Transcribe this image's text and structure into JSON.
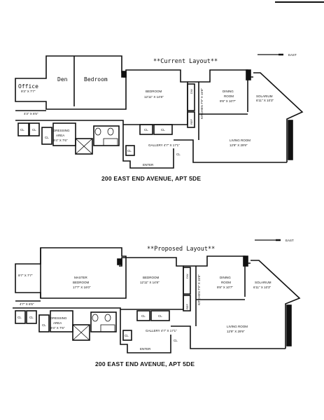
{
  "top_plan": {
    "heading": "**Current Layout**",
    "north_label": "EAST",
    "caption": "200 EAST END AVENUE, APT 5DE",
    "rooms": {
      "office": "Office",
      "office_dims": "9'3\" X 7'7\"",
      "office_lower_dims": "4'3\" X 6'5\"",
      "den": "Den",
      "bedroom_left": "Bedroom",
      "bedroom": "BEDROOM",
      "bedroom_dims": "12'11\" X 14'8\"",
      "kitchen": "KITCHEN 7'9\" X 15'6\"",
      "dining": "DINING",
      "dining_room": "ROOM",
      "dining_dims": "9'8\" X 10'7\"",
      "solarium": "SOLARIUM",
      "solarium_dims": "6'11\" X 10'3\"",
      "living": "LIVING ROOM",
      "living_dims": "12'9\" X 29'9\"",
      "dressing": "DRESSING",
      "dressing_area": "AREA",
      "dressing_dims": "9'4\" X 7'6\"",
      "gallery": "GALLERY 4'7\" X 17'1\"",
      "enter": "ENTER",
      "cl": "CL",
      "dw": "DW",
      "ref": "REF"
    }
  },
  "bottom_plan": {
    "heading": "**Proposed Layout**",
    "north_label": "EAST",
    "caption": "200 EAST END AVENUE, APT 5DE",
    "rooms": {
      "left_dims": "9'7\" X 7'7\"",
      "left_lower_dims": "4'7\" X 6'5\"",
      "master": "MASTER",
      "master_bedroom": "BEDROOM",
      "master_dims": "17'7\" X 16'0\"",
      "bedroom": "BEDROOM",
      "bedroom_dims": "12'11\" X 14'8\"",
      "kitchen": "KITCHEN 7'9\" X 15'6\"",
      "dining": "DINING",
      "dining_room": "ROOM",
      "dining_dims": "9'8\" X 10'7\"",
      "solarium": "SOLARIUM",
      "solarium_dims": "6'11\" X 10'3\"",
      "living": "LIVING ROOM",
      "living_dims": "12'9\" X 29'9\"",
      "dressing": "DRESSING",
      "dressing_area": "AREA",
      "dressing_dims": "9'4\" X 7'6\"",
      "gallery": "GALLERY 4'7\" X 17'1\"",
      "enter": "ENTER",
      "cl": "CL",
      "dw": "DW",
      "ref": "REF"
    }
  }
}
